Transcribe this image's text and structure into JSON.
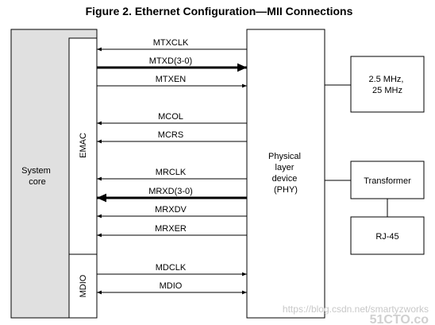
{
  "title": "Figure 2. Ethernet Configuration—MII Connections",
  "blocks": {
    "system_core": [
      "System",
      "core"
    ],
    "emac": "EMAC",
    "mdio": "MDIO",
    "phy": [
      "Physical",
      "layer",
      "device",
      "(PHY)"
    ],
    "clock": [
      "2.5 MHz,",
      "25 MHz"
    ],
    "transformer": "Transformer",
    "rj45": "RJ-45"
  },
  "signals": [
    {
      "label": "MTXCLK",
      "direction": "to-emac",
      "bus": false
    },
    {
      "label": "MTXD(3-0)",
      "direction": "to-phy",
      "bus": true
    },
    {
      "label": "MTXEN",
      "direction": "to-phy",
      "bus": false
    },
    {
      "label": "MCOL",
      "direction": "to-emac",
      "bus": false
    },
    {
      "label": "MCRS",
      "direction": "to-emac",
      "bus": false
    },
    {
      "label": "MRCLK",
      "direction": "to-emac",
      "bus": false
    },
    {
      "label": "MRXD(3-0)",
      "direction": "to-emac",
      "bus": true
    },
    {
      "label": "MRXDV",
      "direction": "to-emac",
      "bus": false
    },
    {
      "label": "MRXER",
      "direction": "to-emac",
      "bus": false
    },
    {
      "label": "MDCLK",
      "direction": "to-phy",
      "bus": false
    },
    {
      "label": "MDIO",
      "direction": "bidirectional",
      "bus": false
    }
  ],
  "watermark": {
    "url": "https://blog.csdn.net/smartyzworks",
    "logo": "51CTO.co"
  }
}
